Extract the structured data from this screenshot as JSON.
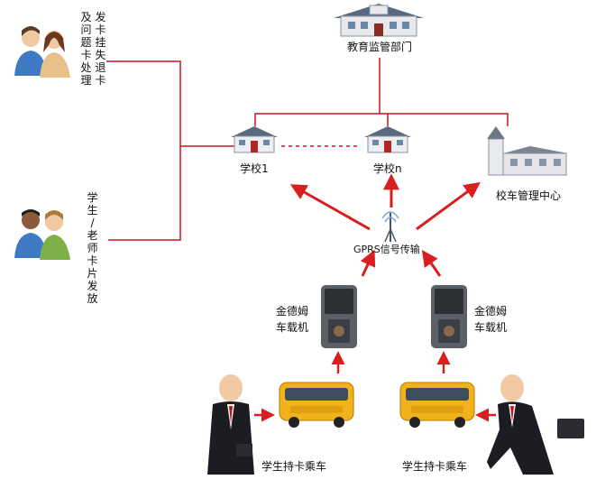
{
  "nodes": {
    "education_dept": "教育监管部门",
    "school_1": "学校1",
    "school_n": "学校n",
    "bus_center": "校车管理中心",
    "gprs": "GPRS信号传输",
    "device_left": "金德姆\n车载机",
    "device_right": "金德姆\n车载机",
    "student_left": "学生持卡乘车",
    "student_right": "学生持卡乘车"
  },
  "left_panels": {
    "top_cols": [
      "发卡挂失退卡",
      "及问题卡处理"
    ],
    "bottom_cols": [
      "学生/老师卡片发放"
    ]
  },
  "colors": {
    "line": "#c0181c",
    "arrow": "#d81e1e",
    "bus": "#f2b21a",
    "device": "#5b5f66"
  }
}
